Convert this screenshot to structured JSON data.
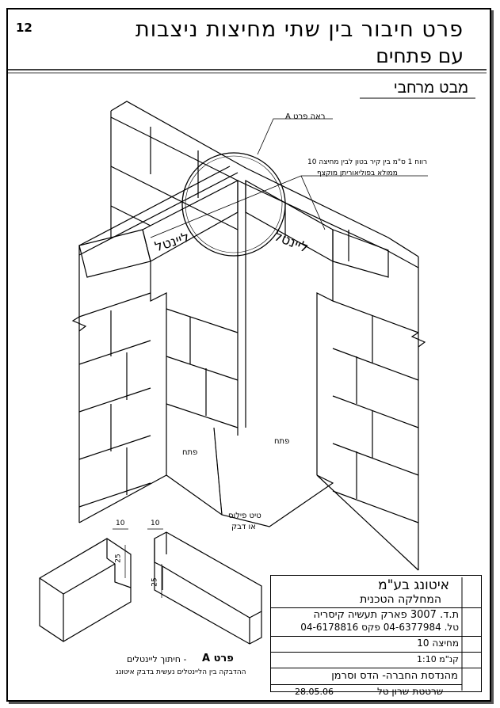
{
  "sheet": {
    "number": "12",
    "title_line1": "פרט חיבור בין שתי מחיצות ניצבות",
    "title_line2": "עם פתחים",
    "view_title": "מבט מרחבי"
  },
  "callouts": {
    "see_detail_a": "ראה פרט A",
    "gap_note_line1": "רווח 1 ס\"מ בין קיר בטון לבין מחיצה 10",
    "gap_note_line2": "ממולא בפוליאוריתן מוקצף",
    "lintel_left": "ליינטל",
    "lintel_right": "ליינטל",
    "opening_left": "פתח",
    "opening_right": "פתח",
    "plaster_line1": "טיט פילוס",
    "plaster_line2": "או דבק"
  },
  "detail": {
    "dim_top_left": "10",
    "dim_side_left": "25",
    "dim_top_right": "10",
    "dim_side_right": "25",
    "caption_title": "פרט A",
    "caption_desc": "- חיתוך ליינטלים",
    "caption_note": "ההדבקה בין הליינטלים נעשית בדבק איטונג"
  },
  "title_block": {
    "company": "איטונג בע\"מ",
    "department": "המחלקה הטכנית",
    "address": "ת.ד. 3007 פארק תעשיה קיסריה",
    "phones": "טל. 04-6377984 פקס 04-6178816",
    "partition": "מחיצה 10",
    "lintel": "קנ\"מ 1:10",
    "engineering": "מהנדסת החברה- הדס וסרמן",
    "drafter": "שרטטת-שרון טל",
    "date": "28.05.06"
  }
}
